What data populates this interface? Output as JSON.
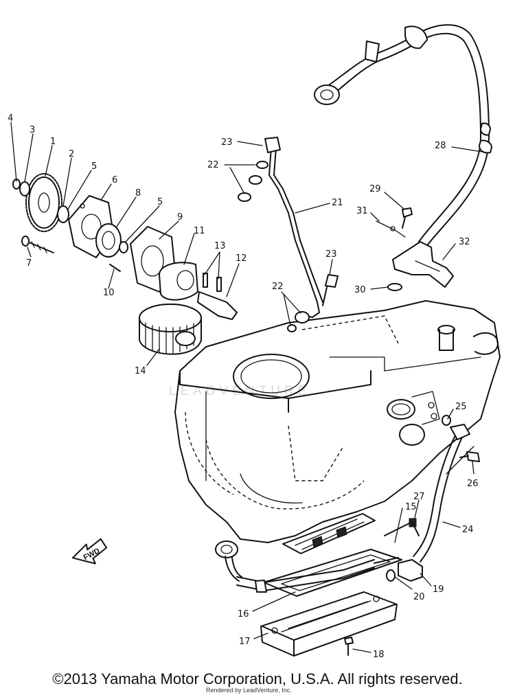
{
  "diagram": {
    "callouts": [
      "1",
      "2",
      "3",
      "4",
      "5",
      "5",
      "6",
      "7",
      "8",
      "9",
      "10",
      "11",
      "12",
      "13",
      "14",
      "15",
      "16",
      "17",
      "18",
      "19",
      "20",
      "21",
      "22",
      "22",
      "23",
      "23",
      "24",
      "25",
      "26",
      "27",
      "28",
      "29",
      "30",
      "31",
      "32"
    ],
    "watermark": "LEADVENTURE",
    "direction_marker": "FWD"
  },
  "footer": {
    "copyright": "©2013 Yamaha Motor Corporation, U.S.A. All rights reserved.",
    "rendered_by": "Rendered by LeadVenture, Inc."
  }
}
